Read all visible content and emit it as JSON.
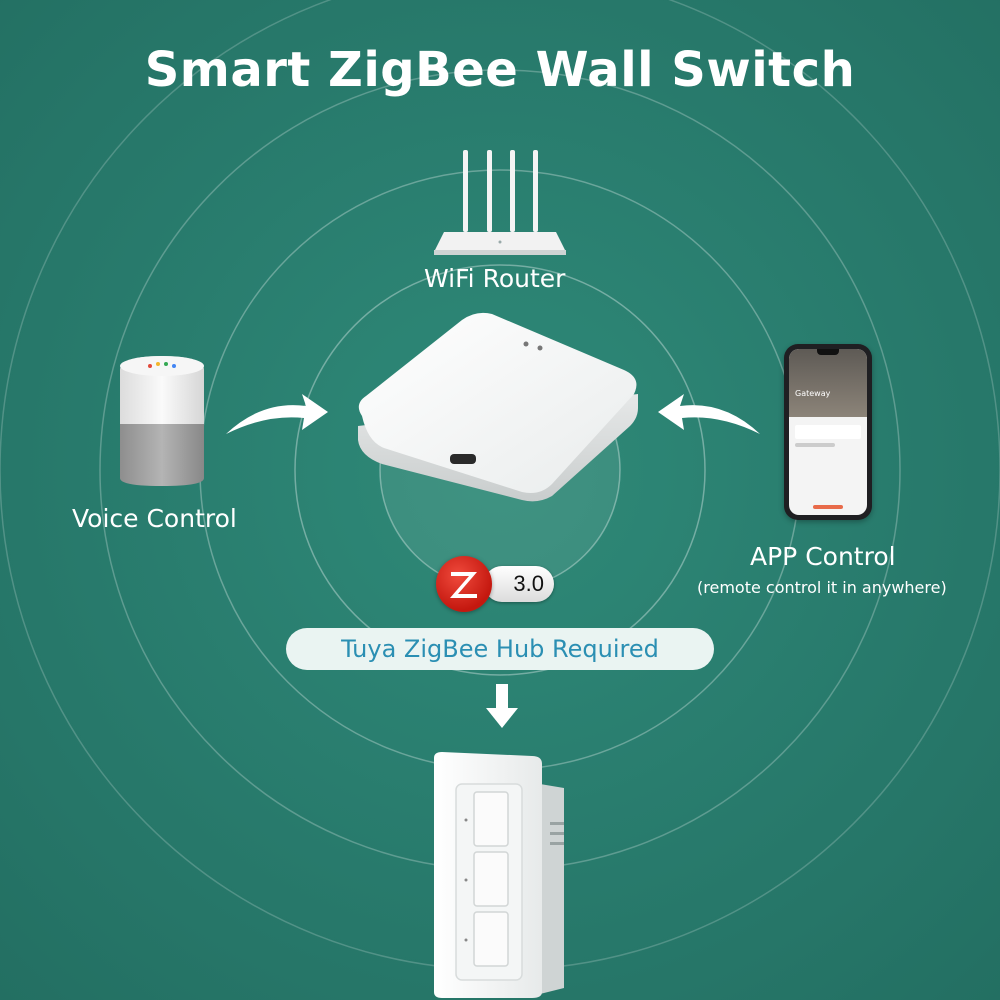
{
  "title": "Smart ZigBee Wall Switch",
  "labels": {
    "router": "WiFi Router",
    "voice": "Voice Control",
    "app": "APP Control",
    "app_sub": "(remote control it in anywhere)"
  },
  "badge": {
    "version": "3.0",
    "icon": "zigbee-logo"
  },
  "hub_required": "Tuya ZigBee Hub Required",
  "phone_screen": {
    "header": "Gateway"
  },
  "colors": {
    "background": "#2a7f70",
    "pill_text": "#2b8fb3",
    "pill_bg": "#eaf4f2",
    "zigbee_red": "#d8251a"
  }
}
